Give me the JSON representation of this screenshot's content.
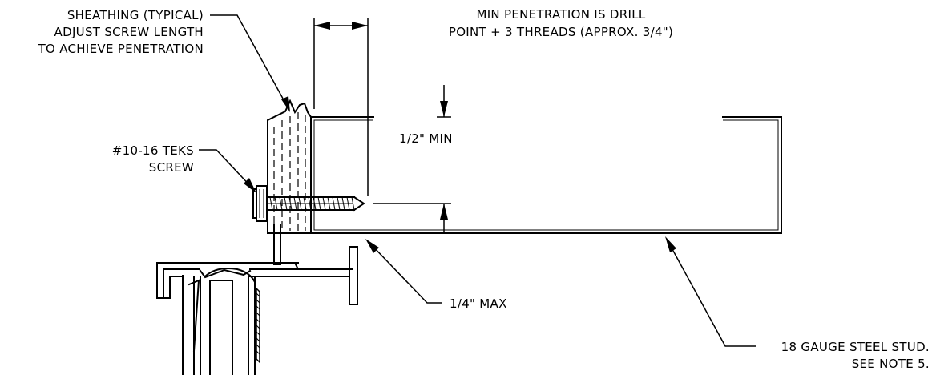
{
  "labels": {
    "sheathing": [
      "SHEATHING (TYPICAL)",
      "ADJUST SCREW LENGTH",
      "TO ACHIEVE PENETRATION"
    ],
    "penetration": [
      "MIN PENETRATION IS DRILL",
      "POINT + 3 THREADS (APPROX. 3/4\")"
    ],
    "screw": [
      "#10-16 TEKS",
      "SCREW"
    ],
    "flange_min": "1/2\" MIN",
    "gap_max": "1/4\" MAX",
    "stud": [
      "18 GAUGE STEEL STUD.",
      "SEE NOTE 5."
    ]
  }
}
